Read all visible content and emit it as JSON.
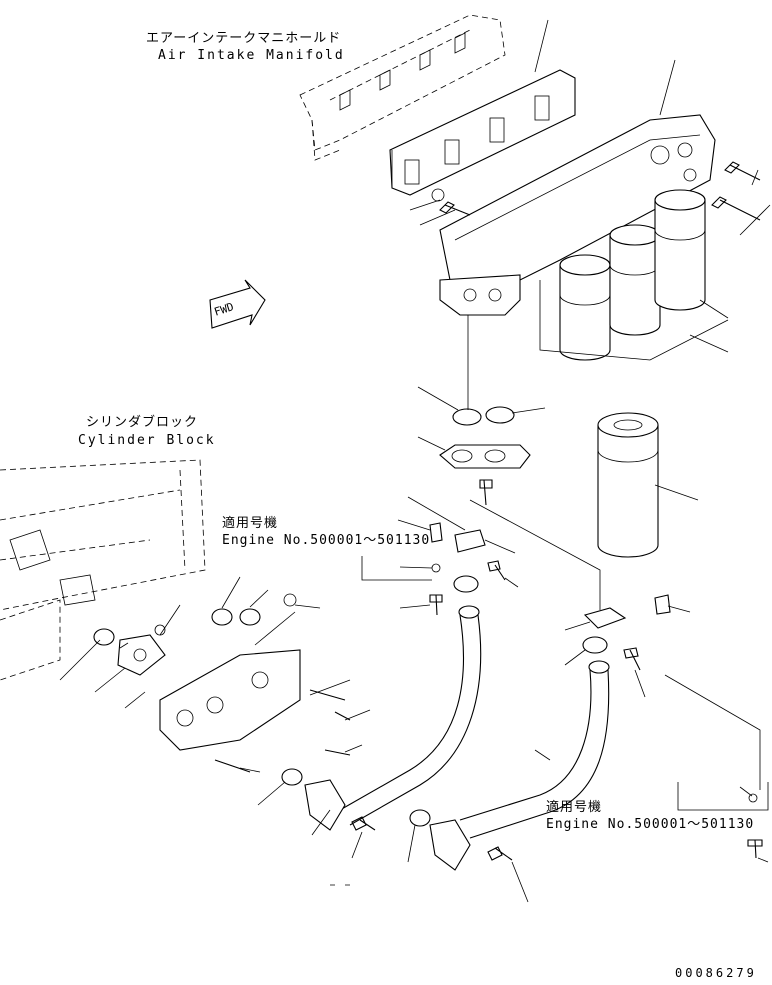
{
  "labels": {
    "air_intake_jp": "エアーインテークマニホールド",
    "air_intake_en": "Air Intake Manifold",
    "cylinder_jp": "シリンダブロック",
    "cylinder_en": "Cylinder Block",
    "serial_jp_1": "適用号機",
    "serial_en_1": "Engine No.500001～501130",
    "serial_jp_2": "適用号機",
    "serial_en_2": "Engine No.500001～501130",
    "fwd": "FWD",
    "drawing_number": "00086279"
  },
  "colors": {
    "line": "#000000",
    "background": "#ffffff"
  }
}
